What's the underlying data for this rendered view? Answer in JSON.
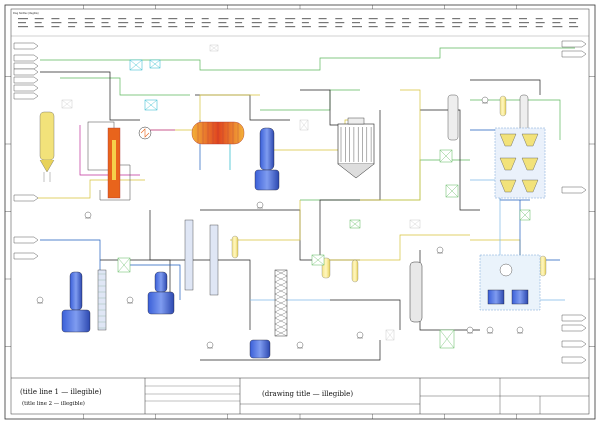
{
  "drawing": {
    "corner_label": "Dwg No/Rev (illegible)",
    "institute_name": "(title line 1 — illegible)",
    "institute_sub": "(title line 2 — illegible)",
    "title": "(drawing title — illegible)",
    "scale_label": "",
    "date_label": ""
  },
  "colors": {
    "water": "#3b9ad9",
    "steam_blue": "#1f5fbf",
    "gas_green": "#5cb85c",
    "yellow_line": "#d6c23a",
    "black_line": "#222222",
    "magenta": "#c0309a",
    "furnace_orange": "#e8641c",
    "vessel_blue": "#2c52c8",
    "vessel_yellow": "#f2e27a",
    "cyan": "#20b6c9"
  },
  "left_streams": [
    "",
    "",
    "",
    "",
    "",
    "",
    "",
    "",
    "",
    ""
  ],
  "right_streams": [
    "",
    "",
    "",
    "",
    "",
    "",
    ""
  ],
  "equipment_tags": [
    "",
    "",
    "",
    "",
    "",
    "",
    "",
    "",
    "",
    "",
    "",
    "",
    "",
    "",
    "",
    "",
    "",
    "",
    "",
    ""
  ],
  "revision_table": {
    "headers": [
      "",
      "",
      "",
      ""
    ],
    "rows": [
      [
        "",
        "",
        "",
        ""
      ],
      [
        "",
        "",
        "",
        ""
      ]
    ]
  }
}
